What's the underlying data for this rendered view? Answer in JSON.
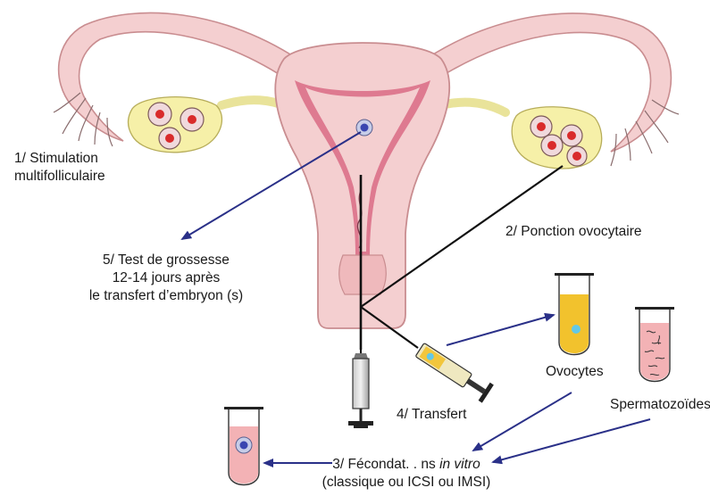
{
  "steps": {
    "stimulation": {
      "line1": "1/ Stimulation",
      "line2": "multifolliculaire"
    },
    "ponction": "2/ Ponction ovocytaire",
    "fecondation": {
      "prefix": "3/ Fécondat. . ns",
      "italic": "in vitro",
      "line2": "(classique ou ICSI ou IMSI)"
    },
    "transfert": "4/ Transfert",
    "test": {
      "line1": "5/ Test de grossesse",
      "line2": "12-14 jours après",
      "line3": "le transfert d’embryon (s)"
    }
  },
  "tubes": {
    "ovocytes": "Ovocytes",
    "spermatozoides": "Spermatozoïdes"
  },
  "colors": {
    "uterus": "#f4cfd0",
    "uterus_outline": "#e8a9ab",
    "endometrium": "#d96b85",
    "ovary": "#f6f0a8",
    "follicle": "#f0d9dc",
    "follicle_core": "#d92b2b",
    "arrow": "#2a3088",
    "yolk": "#f2c22d",
    "pink_fluid": "#f3b2b5"
  }
}
